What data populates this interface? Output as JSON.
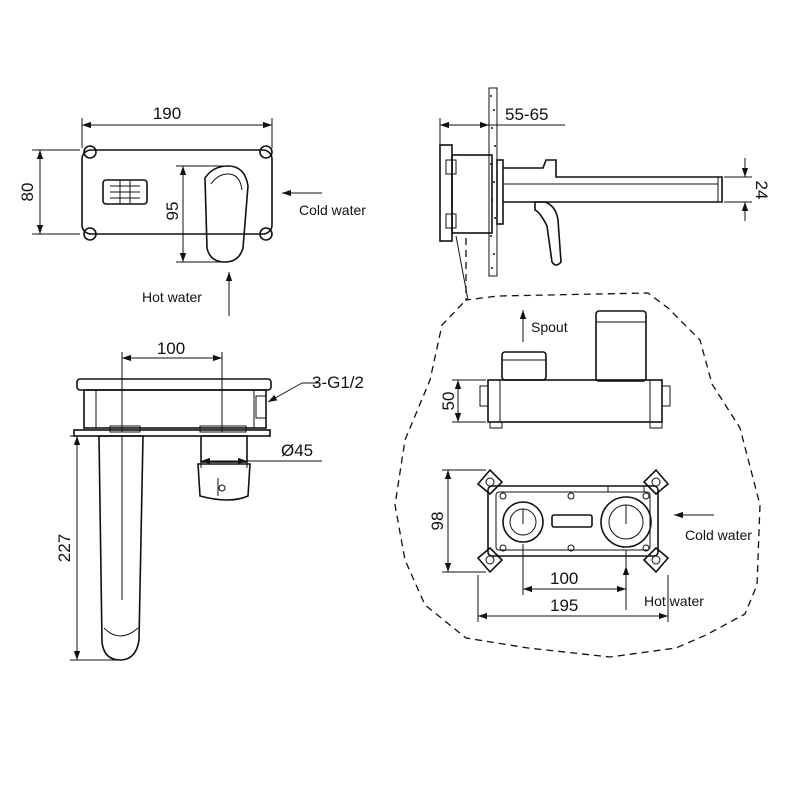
{
  "dimensions": {
    "front_width": "190",
    "front_height": "80",
    "handle_height": "95",
    "wall_thickness": "55-65",
    "spout_thickness": "24",
    "inlet_spacing_top": "100",
    "thread": "3-G1/2",
    "diameter": "Ø45",
    "spout_length": "227",
    "valve_depth": "50",
    "box_height": "98",
    "box_inlet_spacing": "100",
    "box_width": "195"
  },
  "labels": {
    "cold_water_front": "Cold water",
    "hot_water_front": "Hot water",
    "spout": "Spout",
    "cold_water_box": "Cold water",
    "hot_water_box": "Hot water"
  },
  "colors": {
    "line": "#111111",
    "background": "#ffffff"
  }
}
